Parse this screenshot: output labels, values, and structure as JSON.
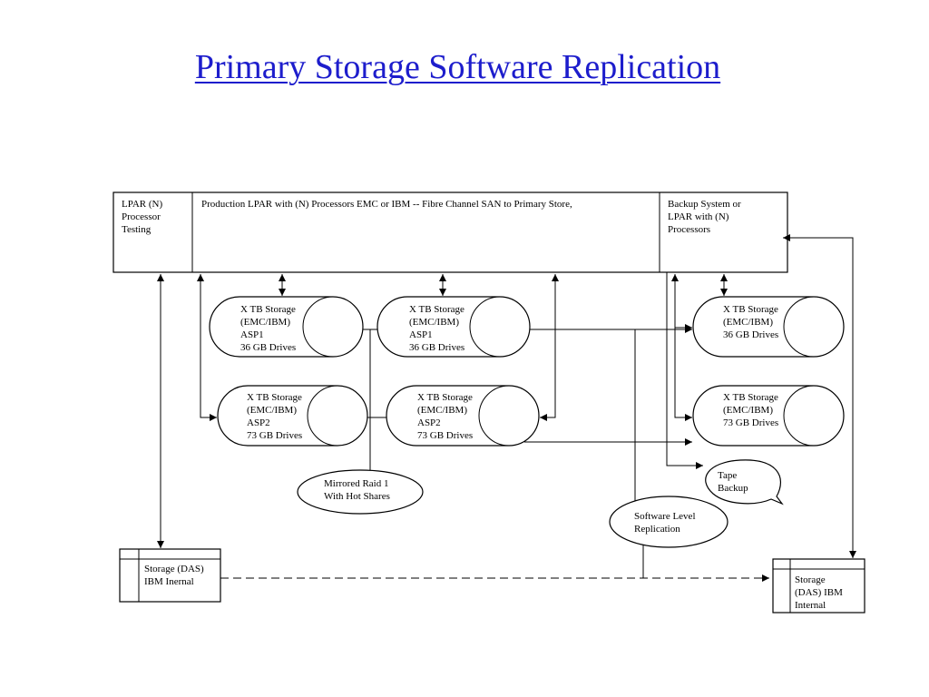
{
  "title": "Primary Storage Software Replication",
  "lpar_box": {
    "left_label": [
      "LPAR (N)",
      "Processor",
      "Testing"
    ],
    "center_label": "Production LPAR with (N) Processors  EMC or IBM -- Fibre Channel SAN to Primary Store,",
    "right_label": [
      "Backup System or",
      "LPAR with (N)",
      "Processors"
    ]
  },
  "storage_units": [
    {
      "lines": [
        "X TB Storage",
        "(EMC/IBM)",
        "ASP1",
        "36 GB Drives"
      ]
    },
    {
      "lines": [
        "X TB Storage",
        "(EMC/IBM)",
        "ASP1",
        "36 GB Drives"
      ]
    },
    {
      "lines": [
        "X TB Storage",
        "(EMC/IBM)",
        "36 GB Drives"
      ]
    },
    {
      "lines": [
        "X TB Storage",
        "(EMC/IBM)",
        "ASP2",
        "73 GB Drives"
      ]
    },
    {
      "lines": [
        "X TB Storage",
        "(EMC/IBM)",
        "ASP2",
        "73 GB Drives"
      ]
    },
    {
      "lines": [
        "X TB Storage",
        "(EMC/IBM)",
        "73 GB Drives"
      ]
    }
  ],
  "mirrored_raid": [
    "Mirrored Raid 1",
    "With Hot Shares"
  ],
  "software_replication": [
    "Software Level",
    "Replication"
  ],
  "tape_backup": [
    "Tape",
    "Backup"
  ],
  "das_left": [
    "Storage (DAS)",
    "IBM Inernal"
  ],
  "das_right": [
    " Storage",
    "(DAS) IBM",
    "Internal"
  ]
}
